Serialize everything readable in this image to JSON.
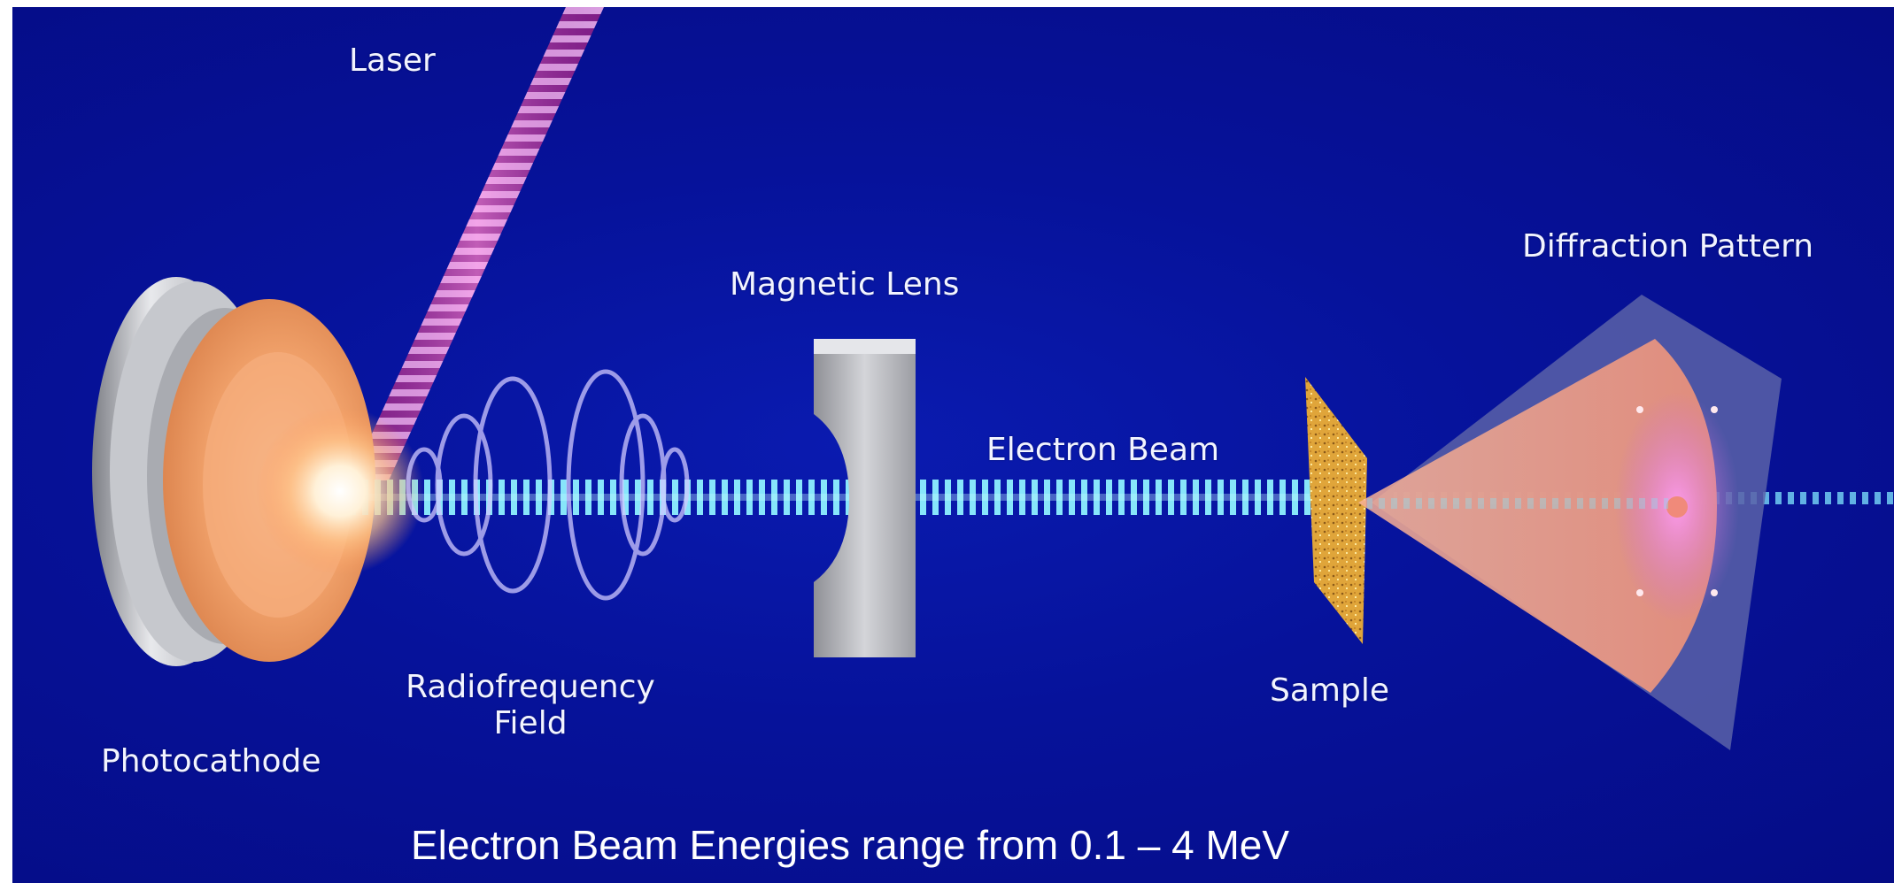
{
  "diagram": {
    "labels": {
      "laser": "Laser",
      "magnetic_lens": "Magnetic Lens",
      "diffraction_pattern": "Diffraction Pattern",
      "electron_beam": "Electron Beam",
      "radiofrequency_line1": "Radiofrequency",
      "radiofrequency_line2": "Field",
      "photocathode": "Photocathode",
      "sample": "Sample"
    },
    "caption": "Electron Beam Energies range from 0.1 – 4 MeV"
  },
  "colors": {
    "background": "#0610a0",
    "beam": "#7fe7ff",
    "laser": "#d85cc0",
    "photocathode_face": "#f2a06d",
    "cone": "#f0a488",
    "sample": "#d8a23c"
  }
}
